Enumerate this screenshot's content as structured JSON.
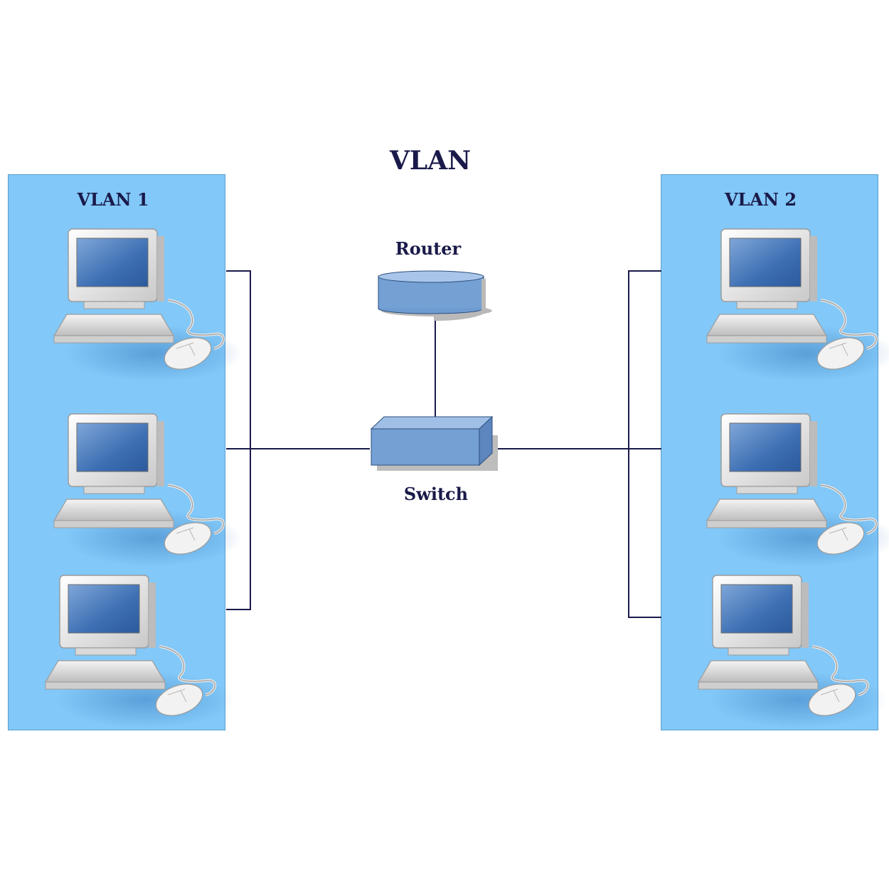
{
  "title": "VLAN",
  "devices": {
    "router": {
      "label": "Router",
      "icon": "router-icon"
    },
    "switch": {
      "label": "Switch",
      "icon": "switch-icon"
    }
  },
  "vlans": [
    {
      "label": "VLAN 1",
      "computers": 3
    },
    {
      "label": "VLAN 2",
      "computers": 3
    }
  ],
  "colors": {
    "panel": "#82c8f8",
    "device": "#74a0d4",
    "line": "#1a1a4a"
  }
}
